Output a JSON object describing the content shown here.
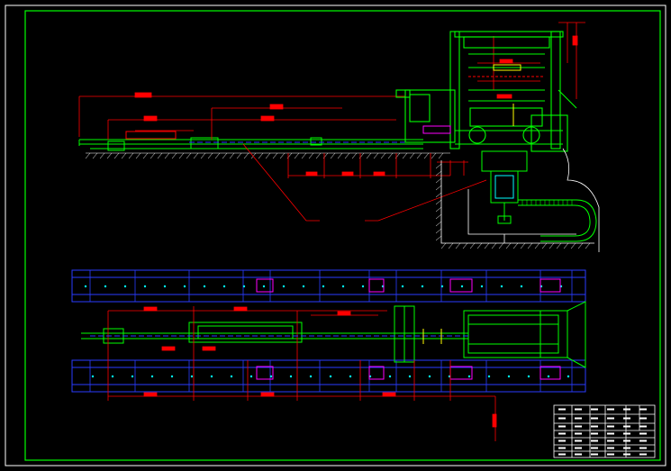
{
  "colors": {
    "background": "#000000",
    "frame": "#ffffff",
    "outline": "#00ff00",
    "dimension": "#ff0000",
    "blue": "#2a3cff",
    "hatch": "#ffffff",
    "magenta": "#ff00ff",
    "yellow": "#ffff00",
    "cyan": "#00ffff"
  },
  "sheet": {
    "layer": "CAD model space"
  },
  "title_block": {
    "rows": 6,
    "cols": 6
  }
}
